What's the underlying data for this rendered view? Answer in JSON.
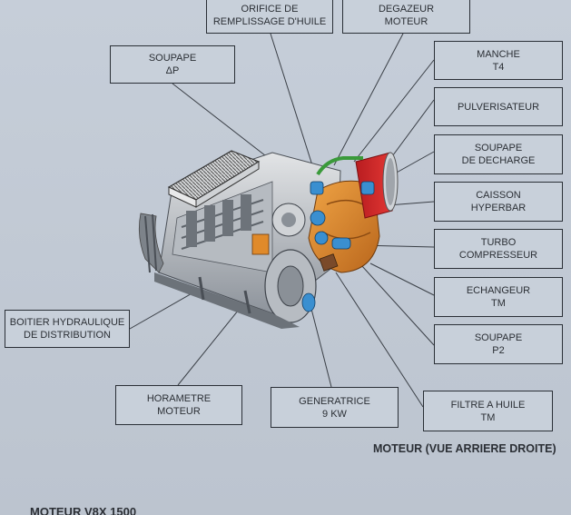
{
  "labels": {
    "orifice": {
      "line1": "ORIFICE DE",
      "line2": "REMPLISSAGE D'HUILE"
    },
    "degazeur": {
      "line1": "DEGAZEUR",
      "line2": "MOTEUR"
    },
    "soupape_dp": {
      "line1": "SOUPAPE",
      "line2": "ΔP"
    },
    "manche": {
      "line1": "MANCHE",
      "line2": "T4"
    },
    "pulverisateur": {
      "line1": "PULVERISATEUR"
    },
    "soupape_decharge": {
      "line1": "SOUPAPE",
      "line2": "DE DECHARGE"
    },
    "caisson": {
      "line1": "CAISSON",
      "line2": "HYPERBAR"
    },
    "turbo": {
      "line1": "TURBO",
      "line2": "COMPRESSEUR"
    },
    "echangeur": {
      "line1": "ECHANGEUR",
      "line2": "TM"
    },
    "soupape_p2": {
      "line1": "SOUPAPE",
      "line2": "P2"
    },
    "boitier": {
      "line1": "BOITIER HYDRAULIQUE",
      "line2": "DE DISTRIBUTION"
    },
    "horametre": {
      "line1": "HORAMETRE",
      "line2": "MOTEUR"
    },
    "generatrice": {
      "line1": "GENERATRICE",
      "line2": "9 KW"
    },
    "filtre": {
      "line1": "FILTRE A HUILE",
      "line2": "TM"
    }
  },
  "caption": "MOTEUR (VUE ARRIERE DROITE)",
  "footer": "MOTEUR V8X 1500",
  "colors": {
    "board": "#c3cbd6",
    "turbo_orange": "#e08a2a",
    "caisson_red": "#d8262a",
    "fitting_blue": "#3a8fd0",
    "pipe_green": "#3a9a3a",
    "engine_grey": "#9aa0a8"
  }
}
